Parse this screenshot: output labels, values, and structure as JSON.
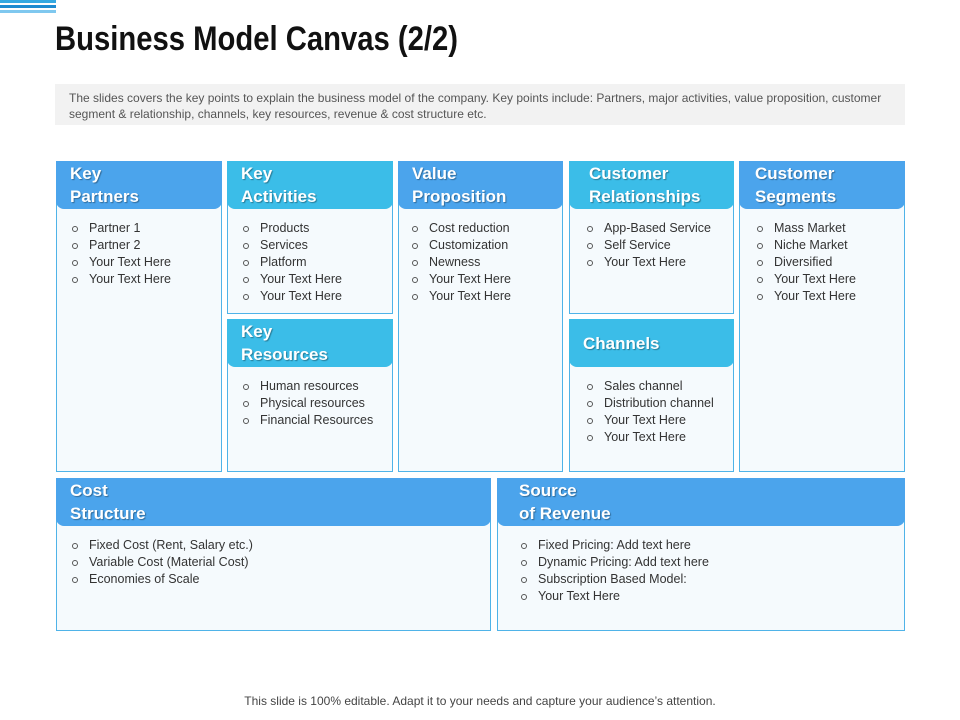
{
  "title": "Business Model Canvas (2/2)",
  "description": "The slides covers the key points to explain the business model of the company. Key points include: Partners, major activities, value proposition, customer segment & relationship, channels, key resources, revenue & cost structure etc.",
  "sections": {
    "key_partners": {
      "title_line1": "Key",
      "title_line2": "Partners",
      "items": [
        "Partner 1",
        "Partner 2",
        "Your Text Here",
        "Your Text Here"
      ]
    },
    "key_activities": {
      "title_line1": "Key",
      "title_line2": "Activities",
      "items": [
        "Products",
        "Services",
        "Platform",
        "Your Text Here",
        "Your Text Here"
      ]
    },
    "key_resources": {
      "title_line1": "Key",
      "title_line2": "Resources",
      "items": [
        "Human resources",
        "Physical resources",
        "Financial Resources"
      ]
    },
    "value_proposition": {
      "title_line1": "Value",
      "title_line2": "Proposition",
      "items": [
        "Cost reduction",
        "Customization",
        "Newness",
        "Your Text Here",
        "Your Text Here"
      ]
    },
    "customer_relationships": {
      "title_line1": "Customer",
      "title_line2": "Relationships",
      "items": [
        "App-Based Service",
        "Self Service",
        "Your Text Here"
      ]
    },
    "channels": {
      "title": "Channels",
      "items": [
        "Sales channel",
        "Distribution channel",
        "Your Text Here",
        "Your Text Here"
      ]
    },
    "customer_segments": {
      "title_line1": "Customer",
      "title_line2": "Segments",
      "items": [
        "Mass Market",
        "Niche Market",
        "Diversified",
        "Your Text Here",
        "Your Text Here"
      ]
    },
    "cost_structure": {
      "title_line1": "Cost",
      "title_line2": "Structure",
      "items": [
        "Fixed Cost (Rent, Salary etc.)",
        "Variable Cost (Material Cost)",
        "Economies of Scale"
      ]
    },
    "source_of_revenue": {
      "title_line1": "Source",
      "title_line2": "of Revenue",
      "items": [
        "Fixed Pricing: Add text here",
        "Dynamic Pricing: Add text here",
        "Subscription Based Model:",
        " Your Text Here"
      ]
    }
  },
  "footer": "This slide is 100% editable. Adapt it to your needs and capture your audience’s attention.",
  "colors": {
    "header_blue": "#4ba4ec",
    "header_cyan": "#3bbde8",
    "border": "#4fb3e8"
  }
}
